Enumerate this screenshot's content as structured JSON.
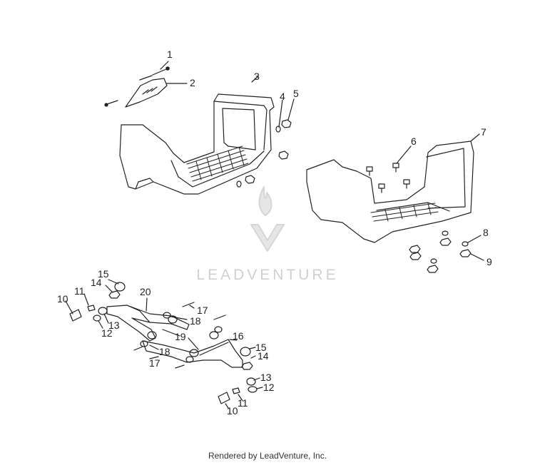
{
  "watermark": {
    "brand": "LEADVENTURE"
  },
  "footer": {
    "text": "Rendered by LeadVenture, Inc."
  },
  "callouts": {
    "c1": "1",
    "c2": "2",
    "c3": "3",
    "c4": "4",
    "c5": "5",
    "c6": "6",
    "c7": "7",
    "c8": "8",
    "c9": "9",
    "c10a": "10",
    "c11a": "11",
    "c12a": "12",
    "c13a": "13",
    "c14a": "14",
    "c15a": "15",
    "c20": "20",
    "c17a": "17",
    "c18a": "18",
    "c19": "19",
    "c16": "16",
    "c15b": "15",
    "c14b": "14",
    "c18b": "18",
    "c17b": "17",
    "c13b": "13",
    "c12b": "12",
    "c11b": "11",
    "c10b": "10"
  }
}
